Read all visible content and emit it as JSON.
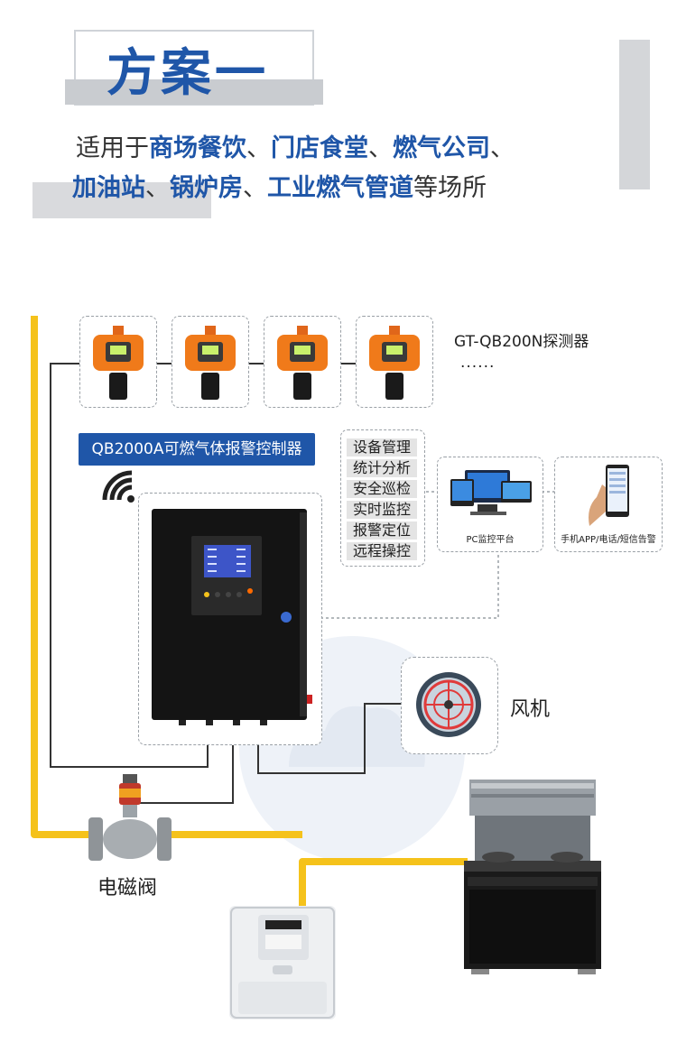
{
  "header": {
    "title": "方案一",
    "line1_prefix": "适用于",
    "line1_highlight_1": "商场餐饮",
    "sep1": "、",
    "line1_highlight_2": "门店食堂",
    "sep2": "、",
    "line1_highlight_3": "燃气公司",
    "sep3": "、",
    "line2_highlight_1": "加油站",
    "sep4": "、",
    "line2_highlight_2": "锅炉房",
    "sep5": "、",
    "line2_highlight_3": "工业燃气管道",
    "line2_suffix": "等场所"
  },
  "detectors": {
    "label": "GT-QB200N探测器",
    "more": "......"
  },
  "controller": {
    "label": "QB2000A可燃气体报警控制器"
  },
  "features": [
    "设备管理",
    "统计分析",
    "安全巡检",
    "实时监控",
    "报警定位",
    "远程操控"
  ],
  "pc": {
    "label": "PC监控平台"
  },
  "phone": {
    "label": "手机APP/电话/短信告警"
  },
  "fan": {
    "label": "风机"
  },
  "valve": {
    "label": "电磁阀"
  },
  "colors": {
    "accent": "#1f56a8",
    "pipe": "#f5c21b",
    "wire": "#333333"
  }
}
